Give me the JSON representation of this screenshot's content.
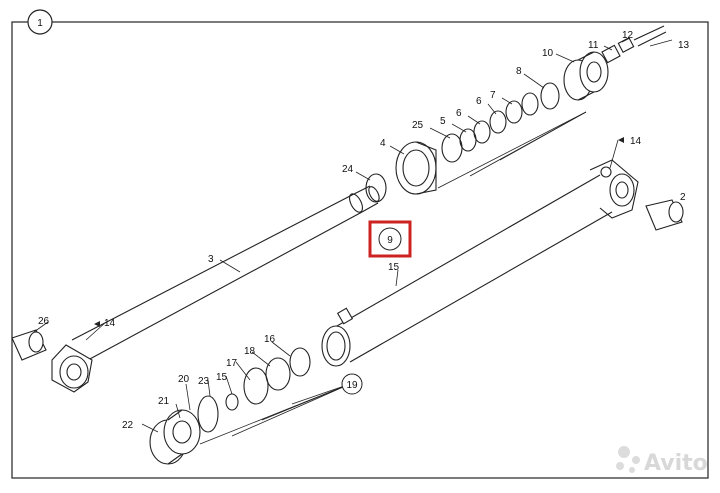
{
  "diagram": {
    "frame_label": "1",
    "highlight_color": "#cc2222",
    "labels": {
      "l2": "2",
      "l3": "3",
      "l4": "4",
      "l5": "5",
      "l6a": "6",
      "l6b": "6",
      "l7": "7",
      "l8": "8",
      "l9": "9",
      "l10": "10",
      "l11": "11",
      "l12": "12",
      "l13": "13",
      "l14a": "14",
      "l14b": "14",
      "l15a": "15",
      "l15b": "15",
      "l16": "16",
      "l17": "17",
      "l18": "18",
      "l19": "19",
      "l20": "20",
      "l21": "21",
      "l22": "22",
      "l23": "23",
      "l24": "24",
      "l25": "25",
      "l26": "26"
    }
  },
  "watermark": {
    "text": "Avito",
    "icon": "avito-logo-icon"
  }
}
